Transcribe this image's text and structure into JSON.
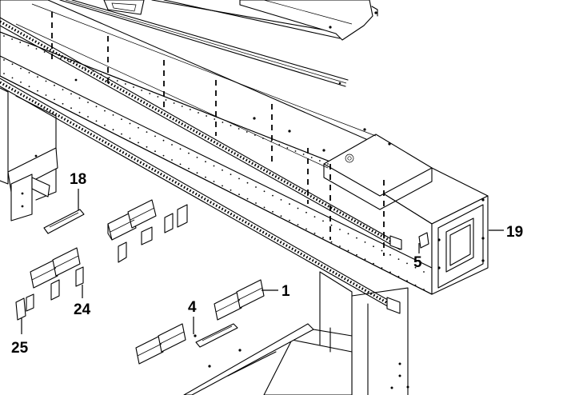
{
  "callouts": {
    "c1": "1",
    "c4": "4",
    "c5": "5",
    "c18": "18",
    "c19": "19",
    "c24": "24",
    "c25": "25"
  }
}
